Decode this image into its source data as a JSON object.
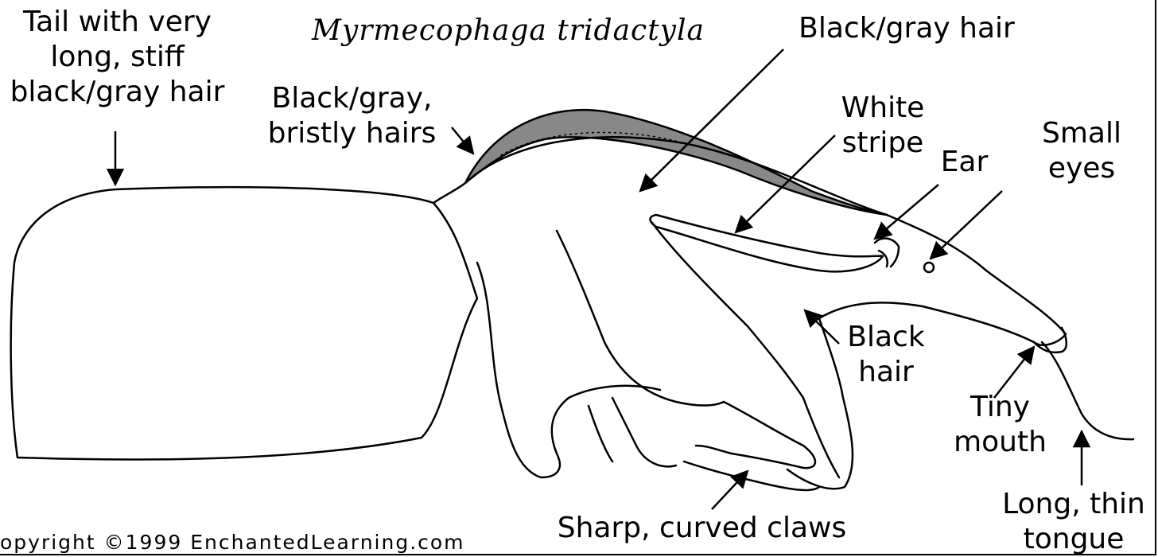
{
  "title": "Myrmecophaga tridactyla",
  "labels": {
    "tail": "Tail with very\nlong, stiff\nblack/gray hair",
    "bristly": "Black/gray,\nbristly hairs",
    "back_hair": "Black/gray hair",
    "stripe": "White\nstripe",
    "ear": "Ear",
    "eyes": "Small\neyes",
    "black_hair": "Black\nhair",
    "mouth": "Tiny\nmouth",
    "tongue": "Long, thin\ntongue",
    "claws": "Sharp, curved claws"
  },
  "copyright": "opyright ©1999 EnchantedLearning.com"
}
